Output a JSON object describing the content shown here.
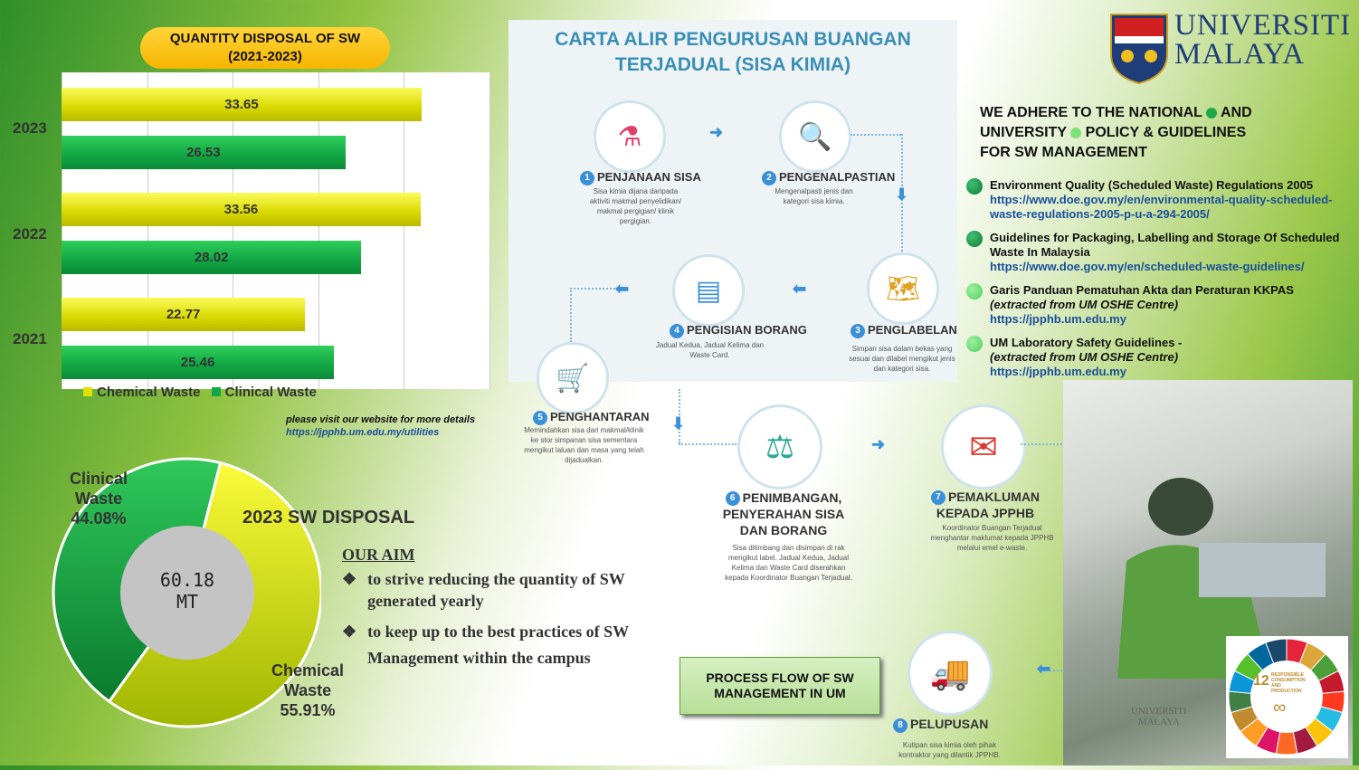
{
  "bar_chart": {
    "title_line1": "QUANTITY DISPOSAL OF SW",
    "title_line2": "(2021-2023)",
    "legend": {
      "chemical": "Chemical Waste",
      "clinical": "Clinical Waste"
    },
    "colors": {
      "chemical": "#e0e000",
      "clinical": "#12a746"
    }
  },
  "chart_data": [
    {
      "type": "bar",
      "orientation": "horizontal",
      "title": "QUANTITY DISPOSAL OF SW (2021-2023)",
      "categories": [
        "2023",
        "2022",
        "2021"
      ],
      "series": [
        {
          "name": "Chemical Waste",
          "values": [
            33.65,
            33.56,
            22.77
          ]
        },
        {
          "name": "Clinical Waste",
          "values": [
            26.53,
            28.02,
            25.46
          ]
        }
      ],
      "xlim": [
        0,
        40
      ],
      "grid": true,
      "legend": "bottom"
    },
    {
      "type": "pie",
      "title": "2023 SW DISPOSAL",
      "center_label": "60.18 MT",
      "slices": [
        {
          "name": "Clinical Waste",
          "value": 44.08,
          "label": "44.08%"
        },
        {
          "name": "Chemical Waste",
          "value": 55.91,
          "label": "55.91%"
        }
      ]
    }
  ],
  "visit": {
    "line1": "please visit our website for more details",
    "url": "https://jpphb.um.edu.my/utilities"
  },
  "donut": {
    "title": "2023 SW DISPOSAL",
    "center_1": "60.18",
    "center_2": "MT",
    "clinical_1": "Clinical",
    "clinical_2": "Waste",
    "clinical_pct": "44.08%",
    "chemical_1": "Chemical",
    "chemical_2": "Waste",
    "chemical_pct": "55.91%"
  },
  "aim": {
    "heading": "OUR AIM",
    "items": [
      "to strive reducing the quantity of SW generated yearly",
      "to keep up to the best practices of SW Management within the campus"
    ]
  },
  "flow": {
    "title_1": "CARTA ALIR PENGURUSAN BUANGAN",
    "title_2": "TERJADUAL (SISA KIMIA)",
    "steps": [
      {
        "n": "1",
        "title": "PENJANAAN SISA",
        "desc": "Sisa kimia dijana daripada aktiviti makmal penyelidikan/ makmal pergigian/ klinik pergigian.",
        "icon": "flask-icon"
      },
      {
        "n": "2",
        "title": "PENGENALPASTIAN",
        "desc": "Mengenalpasti jenis dan kategori sisa kimia.",
        "icon": "magnifier-icon"
      },
      {
        "n": "3",
        "title": "PENGLABELAN",
        "desc": "Simpan sisa dalam bekas yang sesuai dan dilabel mengikut jenis dan kategori sisa.",
        "icon": "map-pencil-icon"
      },
      {
        "n": "4",
        "title": "PENGISIAN BORANG",
        "desc": "Jadual Kedua, Jadual Kelima dan Waste Card.",
        "icon": "form-icon"
      },
      {
        "n": "5",
        "title": "PENGHANTARAN",
        "desc": "Memindahkan sisa dari makmal/klinik ke stor simpanan sisa sementara mengikut laluan dan masa yang telah dijadualkan.",
        "icon": "trolley-icon"
      },
      {
        "n": "6",
        "title_1": "PENIMBANGAN,",
        "title_2": "PENYERAHAN SISA",
        "title_3": "DAN BORANG",
        "desc": "Sisa ditimbang dan disimpan di rak mengikut label. Jadual Kedua, Jadual Kelima dan Waste Card diserahkan kepada Koordinator Buangan Terjadual.",
        "icon": "scale-icon"
      },
      {
        "n": "7",
        "title_1": "PEMAKLUMAN",
        "title_2": "KEPADA JPPHB",
        "desc": "Koordinator Buangan Terjadual menghantar maklumat kepada JPPHB melalui emel e-waste.",
        "icon": "gmail-icon"
      },
      {
        "n": "8",
        "title": "PELUPUSAN",
        "desc": "Kutipan sisa kimia oleh pihak kontraktor yang dilantik JPPHB.",
        "icon": "truck-icon"
      }
    ],
    "process_box_1": "PROCESS FLOW OF SW",
    "process_box_2": "MANAGEMENT IN UM"
  },
  "um": {
    "line1": "UNIVERSITI",
    "line2": "MALAYA",
    "watermark_1": "UNIVERSITI",
    "watermark_2": "MALAYA"
  },
  "adhere": {
    "line1a": "WE ADHERE TO THE NATIONAL",
    "line1b": "AND",
    "line2a": "UNIVERSITY",
    "line2b": "POLICY & GUIDELINES",
    "line3": "FOR SW MANAGEMENT"
  },
  "refs": [
    {
      "title": "Environment Quality (Scheduled Waste) Regulations 2005",
      "url": "https://www.doe.gov.my/en/environmental-quality-scheduled-waste-regulations-2005-p-u-a-294-2005/"
    },
    {
      "title": "Guidelines for Packaging, Labelling and Storage Of Scheduled Waste In Malaysia",
      "url": "https://www.doe.gov.my/en/scheduled-waste-guidelines/"
    },
    {
      "title": "Garis Panduan Pematuhan Akta dan Peraturan KKPAS",
      "extra": "(extracted from UM OSHE Centre)",
      "url": "https://jpphb.um.edu.my"
    },
    {
      "title": "UM Laboratory Safety Guidelines -",
      "extra": "(extracted from UM OSHE Centre)",
      "url": "https://jpphb.um.edu.my"
    }
  ],
  "sdg": {
    "num": "12",
    "text": "RESPONSIBLE CONSUMPTION AND PRODUCTION"
  }
}
